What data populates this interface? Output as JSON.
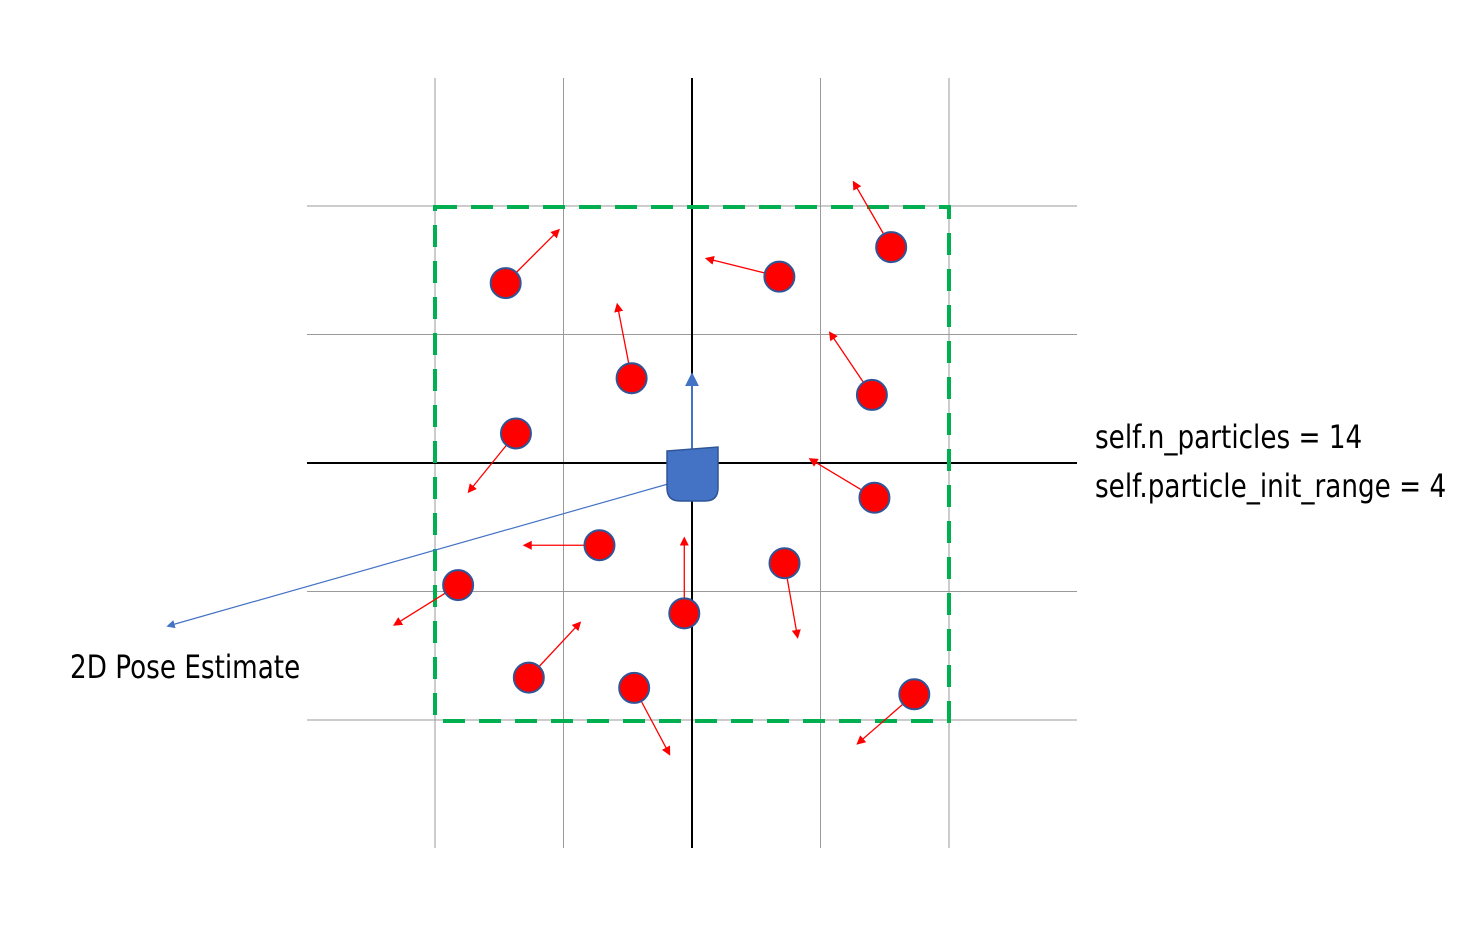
{
  "labels": {
    "pose_estimate": "2D Pose Estimate",
    "n_particles": "self.n_particles = 14",
    "particle_init_range": "self.particle_init_range = 4"
  },
  "colors": {
    "grid": "#9a9a9a",
    "axis": "#000000",
    "init_range_box": "#00b050",
    "particle_fill": "#ff0000",
    "particle_stroke": "#2f5597",
    "heading_arrow": "#ff0000",
    "robot": "#4472c4",
    "pose_pointer": "#4472c4"
  },
  "diagram": {
    "grid_extent": 3,
    "init_range": 4,
    "robot": {
      "x": 0,
      "y": 0,
      "heading_deg": 90
    },
    "particles": [
      {
        "x": -1.45,
        "y": 1.4,
        "heading_deg": 45
      },
      {
        "x": 0.68,
        "y": 1.45,
        "heading_deg": 166
      },
      {
        "x": 1.55,
        "y": 1.68,
        "heading_deg": 120
      },
      {
        "x": -0.47,
        "y": 0.66,
        "heading_deg": 101
      },
      {
        "x": 1.4,
        "y": 0.53,
        "heading_deg": 124
      },
      {
        "x": -1.37,
        "y": 0.23,
        "heading_deg": 231
      },
      {
        "x": 1.42,
        "y": -0.27,
        "heading_deg": 149
      },
      {
        "x": -0.72,
        "y": -0.64,
        "heading_deg": 180
      },
      {
        "x": 0.72,
        "y": -0.78,
        "heading_deg": 280
      },
      {
        "x": -1.82,
        "y": -0.95,
        "heading_deg": 212
      },
      {
        "x": -0.06,
        "y": -1.17,
        "heading_deg": 90
      },
      {
        "x": -1.27,
        "y": -1.67,
        "heading_deg": 47
      },
      {
        "x": -0.45,
        "y": -1.75,
        "heading_deg": 298
      },
      {
        "x": 1.73,
        "y": -1.8,
        "heading_deg": 221
      }
    ]
  }
}
